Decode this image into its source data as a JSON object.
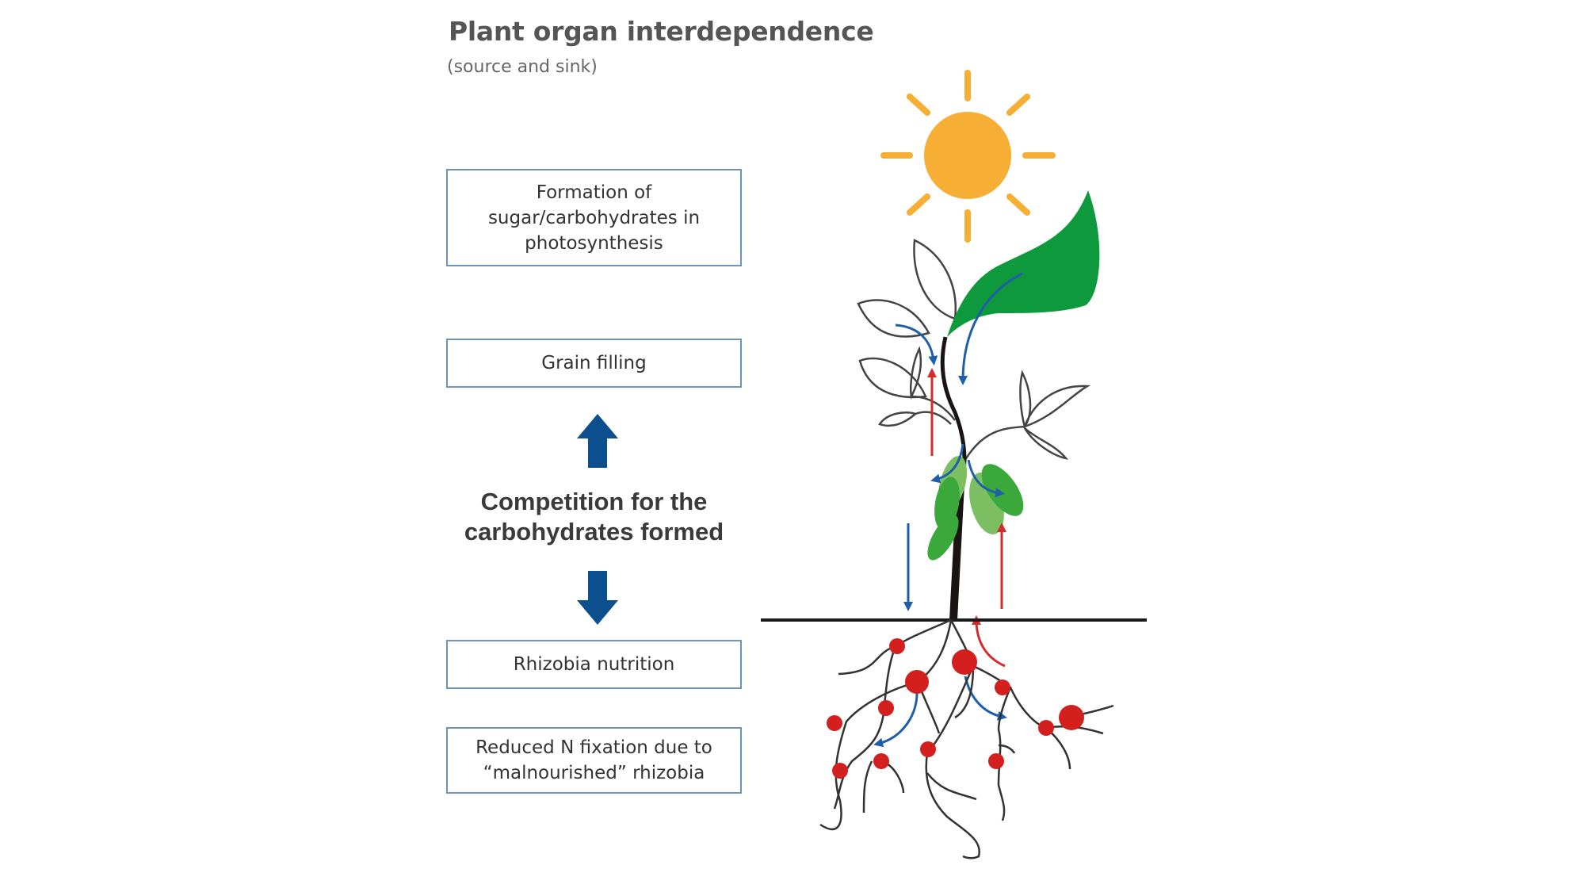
{
  "header": {
    "title": "Plant organ interdependence",
    "subtitle": "(source and sink)"
  },
  "boxes": [
    {
      "lines": [
        "Formation of",
        "sugar/carbohydrates in",
        "photosynthesis"
      ]
    },
    {
      "lines": [
        "Grain filling"
      ]
    },
    {
      "lines": [
        "Rhizobia nutrition"
      ]
    },
    {
      "lines": [
        "Reduced N fixation due to",
        "“malnourished” rhizobia"
      ]
    }
  ],
  "competition": {
    "lines": [
      "Competition for the",
      "carbohydrates formed"
    ]
  },
  "icons": {
    "up_arrow": "arrow-up-icon",
    "down_arrow": "arrow-down-icon",
    "sun": "sun-icon",
    "plant": "plant-illustration"
  },
  "colors": {
    "box_border": "#6b93bd",
    "arrow_blue": "#0b4f8f",
    "flow_blue": "#1f5ea8",
    "flow_red": "#d42b2b",
    "sun": "#f6ae35",
    "leaf_dark": "#0e9a3c",
    "leaf_mid": "#3aa83a",
    "leaf_light": "#7cbf62",
    "nodule": "#d41f1f",
    "stem": "#1a1414"
  }
}
